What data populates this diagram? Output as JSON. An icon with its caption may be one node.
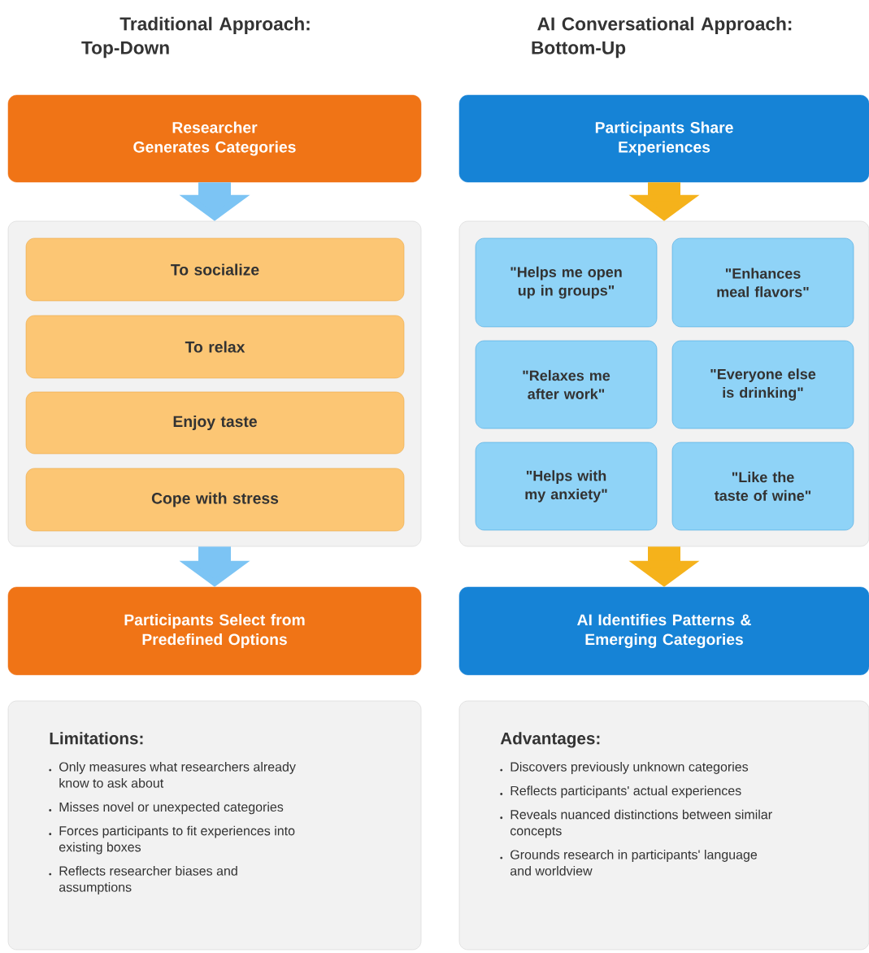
{
  "diagram": {
    "nodes": [
      {
        "text": [
          "Researcher Generates Categories"
        ]
      },
      {
        "text": [],
        "shape": "box"
      },
      {
        "text": [
          "To socialize"
        ],
        "in": 1
      },
      {
        "text": [
          "To relax"
        ],
        "in": 1
      },
      {
        "text": [
          "Enjoy taste"
        ],
        "in": 1
      },
      {
        "text": [
          "Cope with stress"
        ],
        "in": 1
      },
      {
        "text": [
          "Participants Select from Predefined Options"
        ]
      },
      {
        "text": [
          "Limitations:",
          "Only measures what researchers already know to ask about",
          "Misses novel or unexpected categories",
          "Forces participants to fit experiences into existing boxes",
          "Reflects researcher biases and assumptions"
        ]
      },
      {
        "text": [
          "Participants Share Experiences"
        ]
      },
      {
        "text": [],
        "shape": "box"
      },
      {
        "text": [
          "\"Helps me open up in groups\""
        ],
        "in": 9
      },
      {
        "text": [
          "\"Enhances meal flavors\""
        ],
        "in": 9
      },
      {
        "text": [
          "\"Relaxes me after work\""
        ],
        "in": 9
      },
      {
        "text": [
          "\"Everyone else is drinking\""
        ],
        "in": 9
      },
      {
        "text": [
          "\"Helps with my anxiety\""
        ],
        "in": 9
      },
      {
        "text": [
          "\"Like the taste of wine\""
        ],
        "in": 9
      },
      {
        "text": [
          "AI Identifies Patterns & Emerging Categories"
        ]
      },
      {
        "text": [
          "Advantages:",
          "Discovers previously unknown categories",
          "Reflects participants' actual experiences",
          "Reveals nuanced distinctions between similar concepts",
          "Grounds research in participants' language and worldview"
        ]
      }
    ],
    "edges": [
      {
        "from": 0,
        "to": 1,
        "arrow": "to",
        "color": "#7cc4f4"
      },
      {
        "from": 1,
        "to": 6,
        "arrow": "to",
        "color": "#7cc4f4"
      },
      {
        "from": 8,
        "to": 9,
        "arrow": "to",
        "color": "#f5b21b"
      },
      {
        "from": 9,
        "to": 16,
        "arrow": "to",
        "color": "#f5b21b"
      }
    ],
    "labels": [
      "Traditional Approach: Top-Down",
      "AI Conversational Approach: Bottom-Up"
    ]
  }
}
